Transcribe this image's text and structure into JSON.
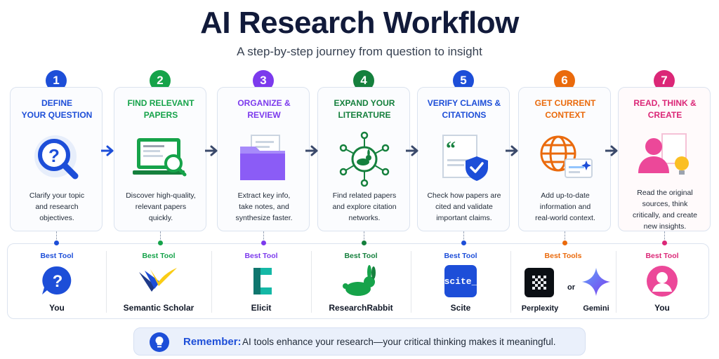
{
  "header": {
    "title": "AI Research Workflow",
    "subtitle": "A step-by-step journey from question to insight"
  },
  "steps": [
    {
      "number": "1",
      "title_lines": [
        "DEFINE",
        "YOUR QUESTION"
      ],
      "desc_lines": [
        "Clarify your topic",
        "and research",
        "objectives."
      ],
      "color": "#1d4ed8",
      "icon": "magnifier-question-icon"
    },
    {
      "number": "2",
      "title_lines": [
        "FIND RELEVANT",
        "PAPERS"
      ],
      "desc_lines": [
        "Discover high-quality,",
        "relevant papers",
        "quickly."
      ],
      "color": "#16a34a",
      "icon": "laptop-search-icon"
    },
    {
      "number": "3",
      "title_lines": [
        "ORGANIZE &",
        "REVIEW"
      ],
      "desc_lines": [
        "Extract key info,",
        "take notes, and",
        "synthesize faster."
      ],
      "color": "#7c3aed",
      "icon": "folder-icon"
    },
    {
      "number": "4",
      "title_lines": [
        "EXPAND YOUR",
        "LITERATURE"
      ],
      "desc_lines": [
        "Find related papers",
        "and explore citation",
        "networks."
      ],
      "color": "#15803d",
      "icon": "network-rabbit-icon"
    },
    {
      "number": "5",
      "title_lines": [
        "VERIFY CLAIMS &",
        "CITATIONS"
      ],
      "desc_lines": [
        "Check how papers are",
        "cited and validate",
        "important claims."
      ],
      "color": "#1d4ed8",
      "icon": "quote-shield-icon"
    },
    {
      "number": "6",
      "title_lines": [
        "GET CURRENT",
        "CONTEXT"
      ],
      "desc_lines": [
        "Add up-to-date",
        "information and",
        "real-world context."
      ],
      "color": "#ea6a0c",
      "icon": "globe-sparkle-icon"
    },
    {
      "number": "7",
      "title_lines": [
        "READ, THINK &",
        "CREATE"
      ],
      "desc_lines": [
        "Read the original",
        "sources, think",
        "critically, and create",
        "new insights."
      ],
      "color": "#db2777",
      "icon": "person-bulb-icon"
    }
  ],
  "tools": [
    {
      "label": "Best Tool",
      "name": "You",
      "color": "#1d4ed8",
      "icon": "question-bubble-icon"
    },
    {
      "label": "Best Tool",
      "name": "Semantic Scholar",
      "color": "#16a34a",
      "icon": "semantic-scholar-logo-icon"
    },
    {
      "label": "Best Tool",
      "name": "Elicit",
      "color": "#7c3aed",
      "icon": "elicit-logo-icon"
    },
    {
      "label": "Best Tool",
      "name": "ResearchRabbit",
      "color": "#15803d",
      "icon": "rabbit-logo-icon"
    },
    {
      "label": "Best Tool",
      "name": "Scite",
      "color": "#1d4ed8",
      "icon": "scite-logo-icon",
      "logo_text": "scite_"
    },
    {
      "label": "Best Tools",
      "name": "Perplexity",
      "name2": "Gemini",
      "or_text": "or",
      "color": "#ea6a0c",
      "icon": "perplexity-logo-icon",
      "icon2": "gemini-logo-icon"
    },
    {
      "label": "Best Tool",
      "name": "You",
      "color": "#db2777",
      "icon": "person-avatar-icon"
    }
  ],
  "remember": {
    "label": "Remember:",
    "text": "AI tools enhance your research—your critical thinking makes it meaningful.",
    "icon": "lightbulb-icon"
  },
  "colors": {
    "navy": "#111a3a",
    "arrow": "#3b4a6b",
    "accent_blue": "#1d4ed8"
  }
}
